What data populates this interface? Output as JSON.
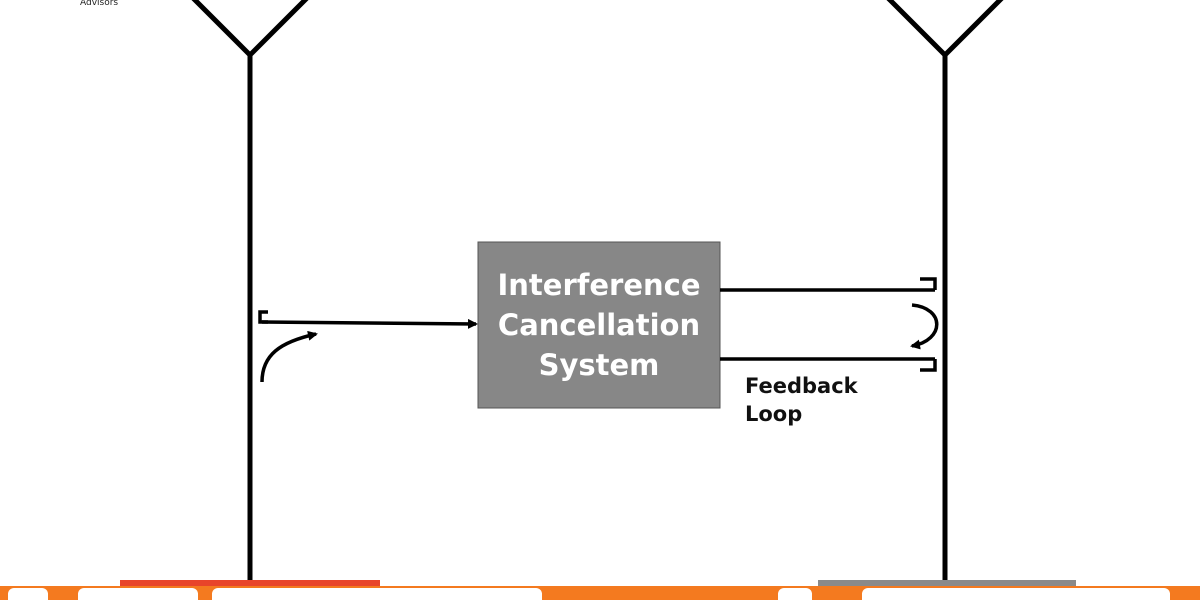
{
  "brand": {
    "text": "Advisors"
  },
  "block": {
    "line1": "Interference",
    "line2": "Cancellation",
    "line3": "System"
  },
  "feedback": {
    "line1": "Feedback",
    "line2": "Loop"
  },
  "colors": {
    "block_fill": "#878787",
    "line": "#000000",
    "contact_bar": "#f47a1f",
    "left_tab": "#e8452a",
    "right_tab": "#8a8a8a"
  }
}
